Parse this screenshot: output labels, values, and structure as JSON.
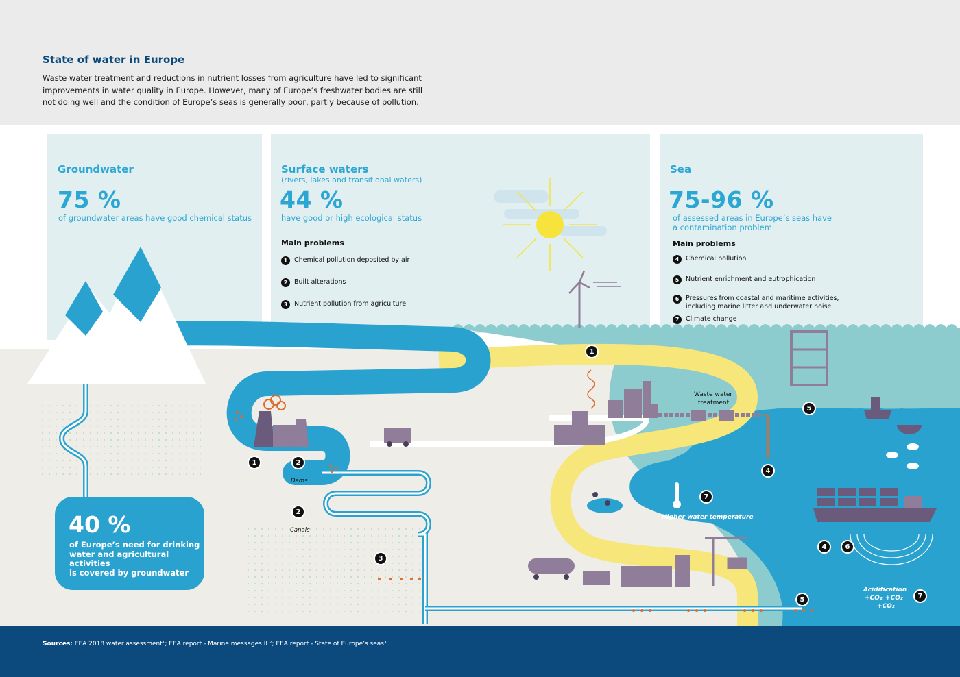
{
  "header": {
    "title": "State of water in Europe",
    "intro": "Waste water treatment and reductions in nutrient losses from agriculture have led to significant improvements in water quality in Europe. However, many of Europe’s freshwater bodies are still not doing well and the condition of Europe’s seas is generally poor, partly because of pollution."
  },
  "groundwater": {
    "title": "Groundwater",
    "percent": "75 %",
    "desc": "of groundwater areas have good chemical status"
  },
  "surface": {
    "title": "Surface waters",
    "subtitle": "(rivers, lakes and transitional waters)",
    "percent": "44 %",
    "desc": "have good or high ecological status",
    "problems_title": "Main problems",
    "problems": [
      {
        "num": "1",
        "text": "Chemical pollution deposited by air"
      },
      {
        "num": "2",
        "text": "Built alterations"
      },
      {
        "num": "3",
        "text": "Nutrient pollution from agriculture"
      }
    ]
  },
  "sea": {
    "title": "Sea",
    "percent": "75-96 %",
    "desc_line1": "of assessed areas in Europe’s seas have",
    "desc_line2": "a contamination problem",
    "problems_title": "Main problems",
    "problems": [
      {
        "num": "4",
        "text": "Chemical pollution"
      },
      {
        "num": "5",
        "text": "Nutrient enrichment and eutrophication"
      },
      {
        "num": "6",
        "text_line1": "Pressures from coastal and maritime activities,",
        "text_line2": "including marine litter and underwater noise"
      },
      {
        "num": "7",
        "text": "Climate change"
      }
    ]
  },
  "bubble": {
    "percent": "40 %",
    "line1": "of Europe’s need for drinking",
    "line2": "water and agricultural activities",
    "line3": "is covered by groundwater"
  },
  "labels": {
    "dams": "Dams",
    "canals": "Canals",
    "waste_water_1": "Waste water",
    "waste_water_2": "treatment",
    "higher_temp": "Higher water temperature",
    "acidification": "Acidification",
    "co2_a": "+CO₂",
    "co2_b": "+CO₂",
    "co2_c": "+CO₂"
  },
  "markers": {
    "m1a": "1",
    "m2a": "2",
    "m2b": "2",
    "m3": "3",
    "m1b": "1",
    "m4a": "4",
    "m7a": "7",
    "m5a": "5",
    "m4b": "4",
    "m6": "6",
    "m5b": "5",
    "m7b": "7"
  },
  "footer": {
    "sources_label": "Sources:",
    "sources_text": "EEA 2018 water assessment¹;  EEA report - Marine messages II ²;  EEA report - State of Europe’s seas³."
  },
  "colors": {
    "title_blue": "#0a4a7a",
    "accent_blue": "#2ca7d3",
    "panel_bg": "#e1eff0",
    "sea_blue": "#2aa2cf",
    "teal": "#8ccccf",
    "yellow": "#f7e77a",
    "purple": "#8f7d99",
    "orange": "#e06a2c",
    "footer": "#0c4a7d"
  }
}
